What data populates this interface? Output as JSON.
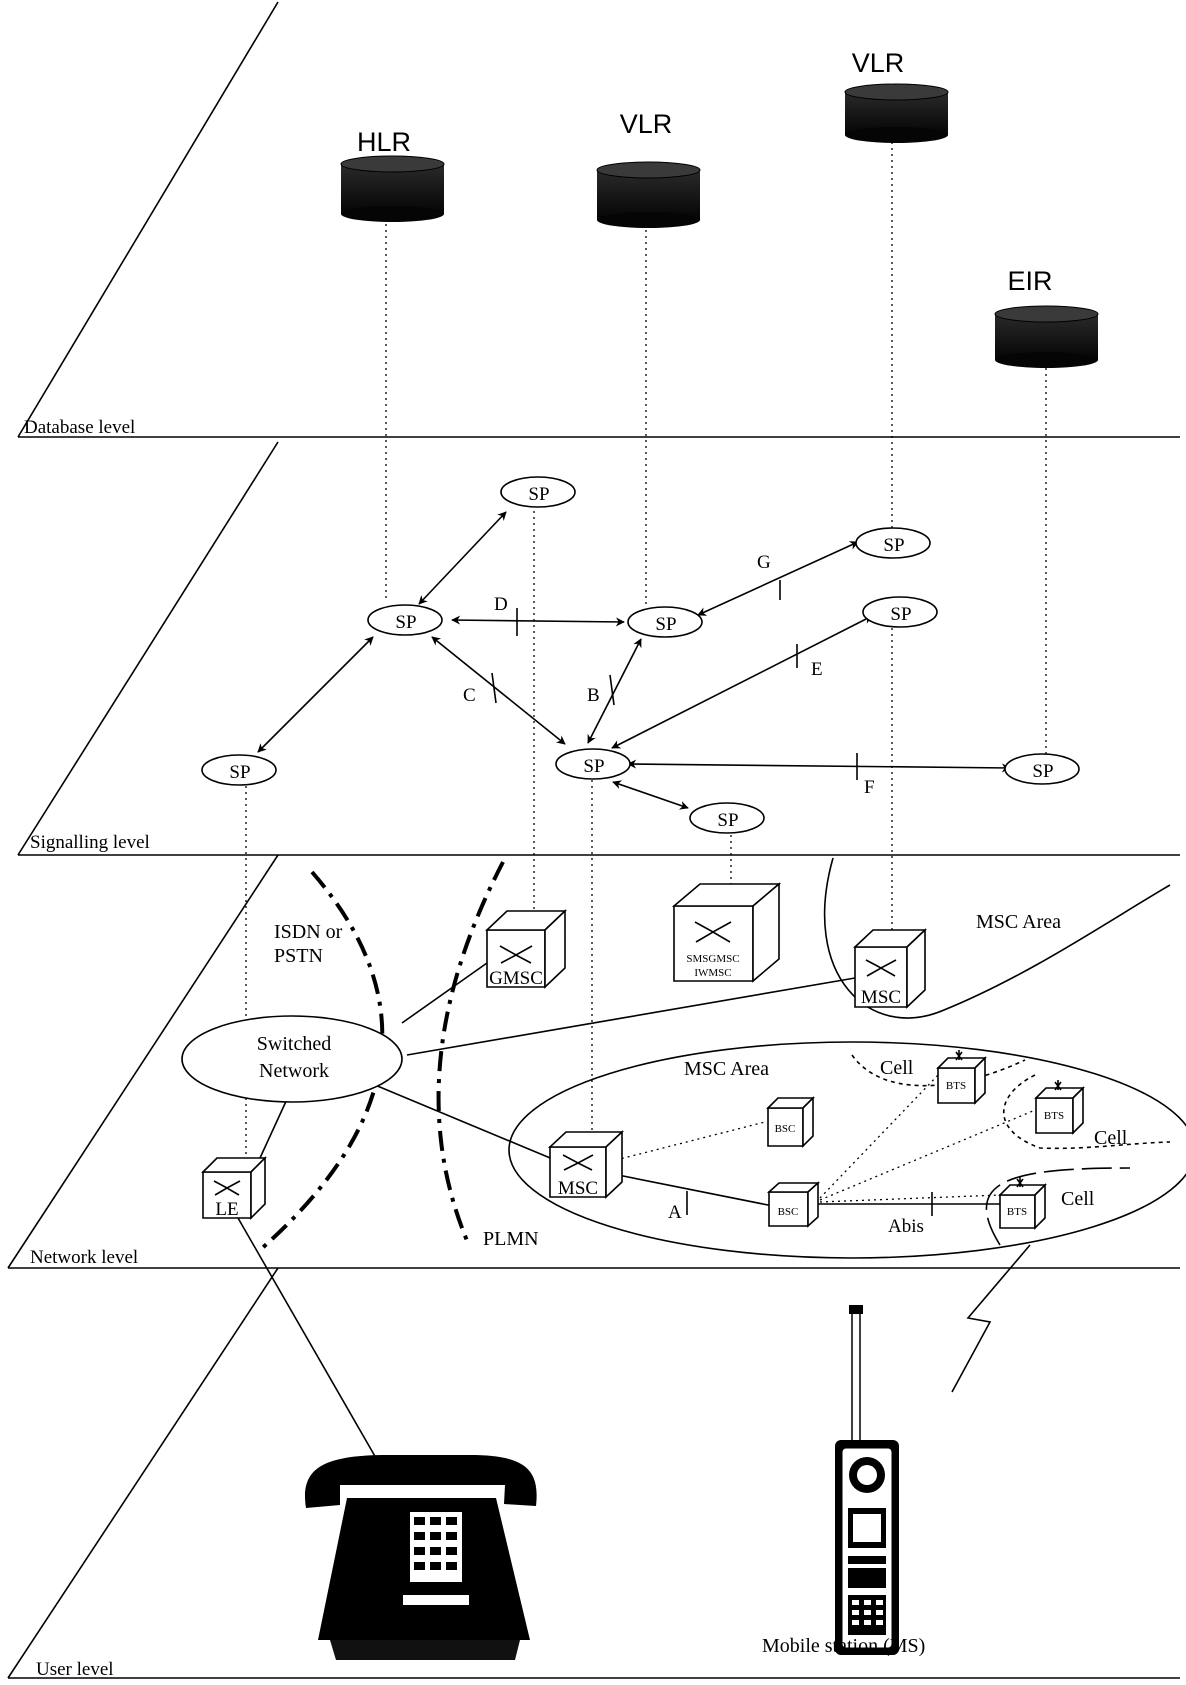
{
  "levels": {
    "database": "Database level",
    "signalling": "Signalling level",
    "network": "Network level",
    "user": "User level"
  },
  "databases": {
    "hlr": "HLR",
    "vlr_1": "VLR",
    "vlr_2": "VLR",
    "eir": "EIR"
  },
  "signalling_points": [
    "SP",
    "SP",
    "SP",
    "SP",
    "SP",
    "SP",
    "SP",
    "SP",
    "SP"
  ],
  "interfaces": {
    "a": "A",
    "abis": "Abis",
    "b": "B",
    "c": "C",
    "d": "D",
    "e": "E",
    "f": "F",
    "g": "G"
  },
  "network": {
    "isdn_pstn_line1": "ISDN or",
    "isdn_pstn_line2": "PSTN",
    "switched_line1": "Switched",
    "switched_line2": "Network",
    "gmsc": "GMSC",
    "smsgmsc": "SMSGMSC",
    "iwmsc": "IWMSC",
    "msc_area_top": "MSC Area",
    "msc_area_main": "MSC Area",
    "msc_1": "MSC",
    "msc_2": "MSC",
    "le": "LE",
    "plmn": "PLMN",
    "bsc_1": "BSC",
    "bsc_2": "BSC",
    "bts_1": "BTS",
    "bts_2": "BTS",
    "bts_3": "BTS",
    "cell_1": "Cell",
    "cell_2": "Cell",
    "cell_3": "Cell"
  },
  "user": {
    "mobile_station": "Mobile station  (MS)"
  }
}
